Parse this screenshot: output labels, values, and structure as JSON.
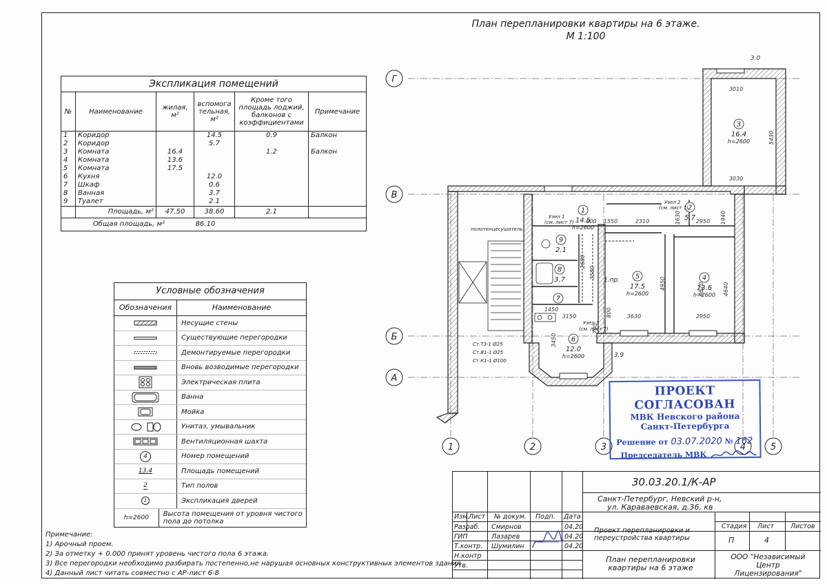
{
  "plan": {
    "title": "План перепланировки квартиры на 6 этаже.",
    "scale": "М 1:100",
    "axes_letters": [
      "Г",
      "В",
      "Б",
      "А"
    ],
    "axes_numbers": [
      "1",
      "2",
      "3",
      "4",
      "5"
    ],
    "rooms": [
      {
        "num": "1",
        "area": "14.5",
        "height": "h=2600"
      },
      {
        "num": "2",
        "area": "5.7"
      },
      {
        "num": "3",
        "area": "16.4",
        "height": "h=2600"
      },
      {
        "num": "4",
        "area": "13.6",
        "height": "h=2600"
      },
      {
        "num": "5",
        "area": "17.5",
        "height": "h=2600"
      },
      {
        "num": "6",
        "area": "12.0",
        "height": "h=2600"
      },
      {
        "num": "7",
        "area": ""
      },
      {
        "num": "8",
        "area": "3.7"
      },
      {
        "num": "9",
        "area": "2.1"
      }
    ],
    "dims": [
      "3.0",
      "3010",
      "5430",
      "3030",
      "800",
      "1550",
      "2310",
      "1630",
      "2950",
      "1940",
      "4620",
      "4640",
      "2950",
      "3630",
      "4950",
      "3580",
      "2680",
      "1450",
      "3150",
      "3450",
      "700",
      "800",
      "3.9"
    ],
    "notes_on_plan": {
      "towel": "полотенцесушитель",
      "node1": "Узел 1",
      "node1b": "(см. лист 7)",
      "node2": "Узел 2",
      "node2b": "(см. лист 7)",
      "node3": "Узел 3",
      "node3b": "(см. лист 7)",
      "npr": "1.пр.",
      "risers": [
        "Ст.Т3-1 Ø25",
        "Ст.В1-1 Ø25",
        "Ст.К1-1 Ø100"
      ]
    }
  },
  "explication": {
    "title": "Экспликация помещений",
    "headers": [
      "№",
      "Наименование",
      "жилая, м²",
      "вспомога тельная, м²",
      "Кроме того площадь лоджий, балконов с коэффициентами",
      "Примечание"
    ],
    "rows": [
      {
        "n": "1",
        "name": "Коридор",
        "live": "",
        "aux": "14.5",
        "extra": "0.9",
        "note": "Балкон"
      },
      {
        "n": "2",
        "name": "Коридор",
        "live": "",
        "aux": "5.7",
        "extra": "",
        "note": ""
      },
      {
        "n": "3",
        "name": "Комната",
        "live": "16.4",
        "aux": "",
        "extra": "1.2",
        "note": "Балкон"
      },
      {
        "n": "4",
        "name": "Комната",
        "live": "13.6",
        "aux": "",
        "extra": "",
        "note": ""
      },
      {
        "n": "5",
        "name": "Комната",
        "live": "17.5",
        "aux": "",
        "extra": "",
        "note": ""
      },
      {
        "n": "6",
        "name": "Кухня",
        "live": "",
        "aux": "12.0",
        "extra": "",
        "note": ""
      },
      {
        "n": "7",
        "name": "Шкаф",
        "live": "",
        "aux": "0.6",
        "extra": "",
        "note": ""
      },
      {
        "n": "8",
        "name": "Ванная",
        "live": "",
        "aux": "3.7",
        "extra": "",
        "note": ""
      },
      {
        "n": "9",
        "name": "Туалет",
        "live": "",
        "aux": "2.1",
        "extra": "",
        "note": ""
      }
    ],
    "sum_label": "Площадь, м²",
    "sum_live": "47.50",
    "sum_aux": "38.60",
    "sum_extra": "2.1",
    "total_label": "Общая площадь, м²",
    "total_value": "86.10"
  },
  "legend": {
    "title": "Условные обозначения",
    "col_symbol": "Обозначения",
    "col_name": "Наименование",
    "items": [
      {
        "icon": "bearing-wall-icon",
        "name": "Несущие стены"
      },
      {
        "icon": "existing-partition-icon",
        "name": "Существующие перегородки"
      },
      {
        "icon": "dismantled-partition-icon",
        "name": "Демонтируемые перегородки"
      },
      {
        "icon": "new-partition-icon",
        "name": "Вновь возводимые перегородки"
      },
      {
        "icon": "electric-stove-icon",
        "name": "Электрическая плита"
      },
      {
        "icon": "bathtub-icon",
        "name": "Ванна"
      },
      {
        "icon": "sink-icon",
        "name": "Мойка"
      },
      {
        "icon": "toilet-basin-icon",
        "name": "Унитаз, умывальник"
      },
      {
        "icon": "vent-shaft-icon",
        "name": "Вентиляционная шахта"
      },
      {
        "icon": "room-number-icon",
        "symbol": "4",
        "name": "Номер помещений"
      },
      {
        "icon": "room-area-icon",
        "symbol": "13.4",
        "name": "Площадь помещений"
      },
      {
        "icon": "floor-type-icon",
        "symbol": "2",
        "name": "Тип полов"
      },
      {
        "icon": "door-explication-icon",
        "symbol": "1",
        "name": "Экспликация дверей"
      },
      {
        "icon": "height-icon",
        "symbol": "h=2600",
        "name": "Высота помещения от уровня чистого пола до потолка"
      }
    ]
  },
  "notes": {
    "title": "Примечание:",
    "items": [
      "1) Арочный проем.",
      "2) За отметку + 0.000 принят уровень чистого пола 6 этажа.",
      "3) Все перегородки необходимо разбирать постепенно,не нарушая основных конструктивных элементов здания",
      "4) Данный лист читать совместно с АР-лист 6-8"
    ]
  },
  "stamp": {
    "line1": "ПРОЕКТ СОГЛАСОВАН",
    "line2": "МВК Невского района",
    "line3": "Санкт-Петербурга",
    "decision_label": "Решение от",
    "decision_date": "03.07.2020",
    "decision_no_label": "№",
    "decision_no": "162",
    "chair_label": "Председатель МВК"
  },
  "title_block": {
    "code": "30.03.20.1/К-АР",
    "address1": "Санкт-Петербург, Невский р-н,",
    "address2": "ул. Караваевская, д.36, кв",
    "hdr": [
      "Изм.",
      "Лист",
      "№ докум.",
      "Подп.",
      "Дата"
    ],
    "people": [
      {
        "role": "Разраб.",
        "name": "Смирнов",
        "date": "04.20"
      },
      {
        "role": "ГИП",
        "name": "Лазарев",
        "date": "04.20"
      },
      {
        "role": "Т.контр.",
        "name": "Шумилин",
        "date": "04.20"
      },
      {
        "role": "Н.контр",
        "name": "",
        "date": ""
      },
      {
        "role": "Утв.",
        "name": "",
        "date": ""
      }
    ],
    "project": "Проект перепланировки и переустройства квартиры",
    "stage_hdr": [
      "Стадия",
      "Лист",
      "Листов"
    ],
    "stage": "П",
    "sheet": "4",
    "sheets": "",
    "sheet_title": "План перепланировки квартиры на 6 этаже",
    "org": "ООО \"Независимый Центр Лицензирования\""
  }
}
